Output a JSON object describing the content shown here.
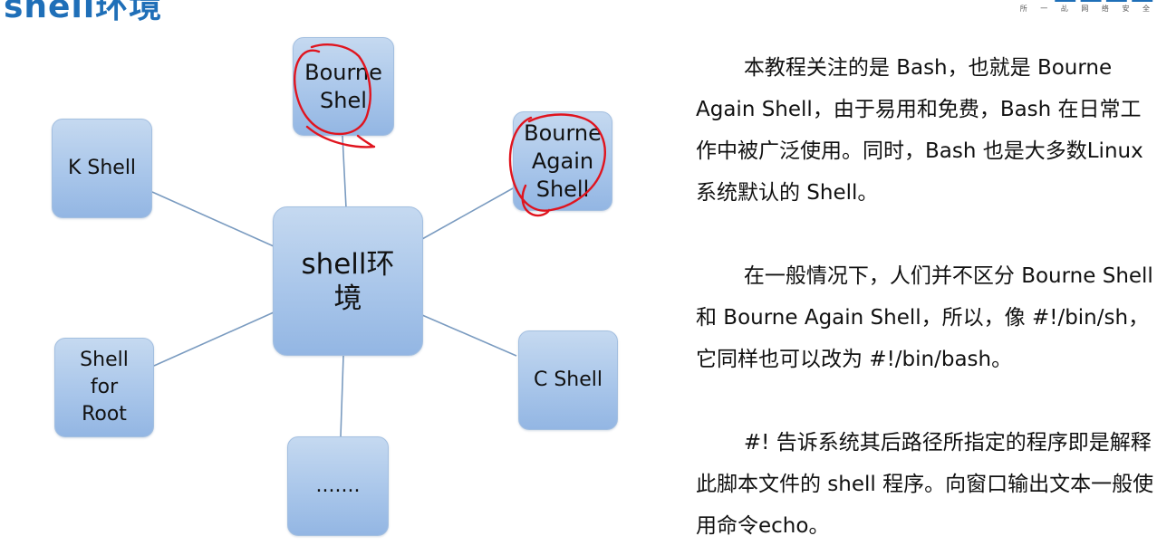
{
  "header": {
    "title": "shell环境",
    "logo_tagline": "所 一 乩 网 络 安 全"
  },
  "diagram": {
    "center": "shell环境",
    "nodes": {
      "bourne_shell": [
        "Bourne",
        "Shel"
      ],
      "bourne_again_shell": [
        "Bourne",
        "Again",
        "Shell"
      ],
      "k_shell": [
        "K Shell"
      ],
      "c_shell": [
        "C Shell"
      ],
      "shell_for_root": [
        "Shell",
        "for",
        "Root"
      ],
      "more": [
        "......."
      ]
    },
    "annotation_color": "#e0141e"
  },
  "text": {
    "paragraphs": [
      "本教程关注的是 Bash，也就是 Bourne Again Shell，由于易用和免费，Bash 在日常工作中被广泛使用。同时，Bash 也是大多数Linux 系统默认的 Shell。",
      "在一般情况下，人们并不区分 Bourne Shell 和 Bourne Again Shell，所以，像 #!/bin/sh，它同样也可以改为 #!/bin/bash。",
      "#! 告诉系统其后路径所指定的程序即是解释此脚本文件的 shell 程序。向窗口输出文本一般使用命令echo。"
    ]
  }
}
